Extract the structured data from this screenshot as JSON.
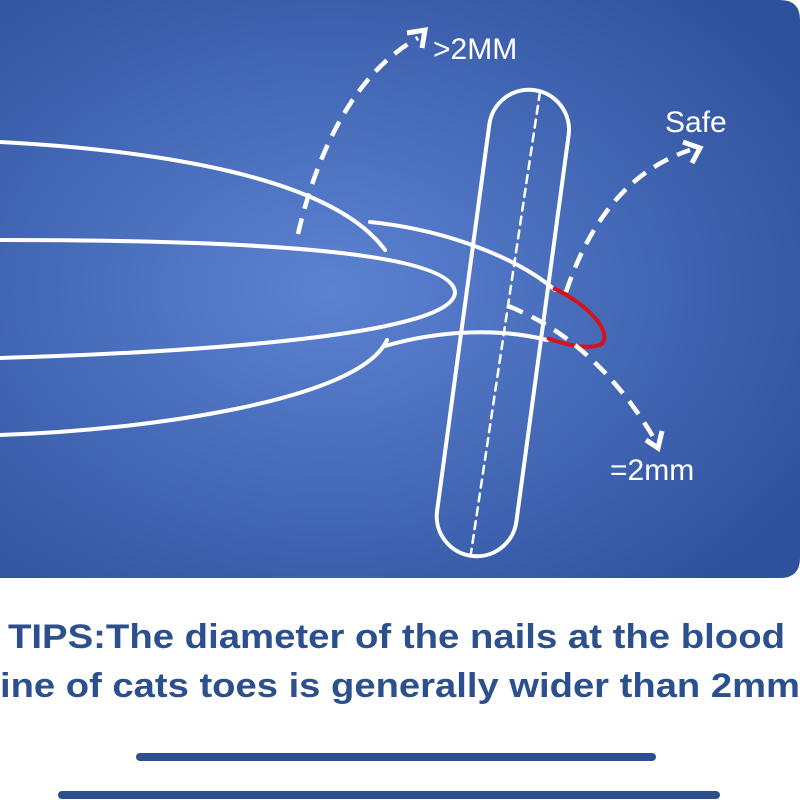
{
  "diagram": {
    "labels": {
      "greater": ">2MM",
      "safe": "Safe",
      "equal": "=2mm"
    },
    "colors": {
      "panel_light": "#5c82d2",
      "panel_dark": "#2e519c",
      "quick_line": "#d4141c",
      "text": "#2c4f8e"
    }
  },
  "tips": {
    "line1": "TIPS:The diameter of the nails at the blood",
    "line2": "ine of cats toes is generally wider than 2mm"
  }
}
